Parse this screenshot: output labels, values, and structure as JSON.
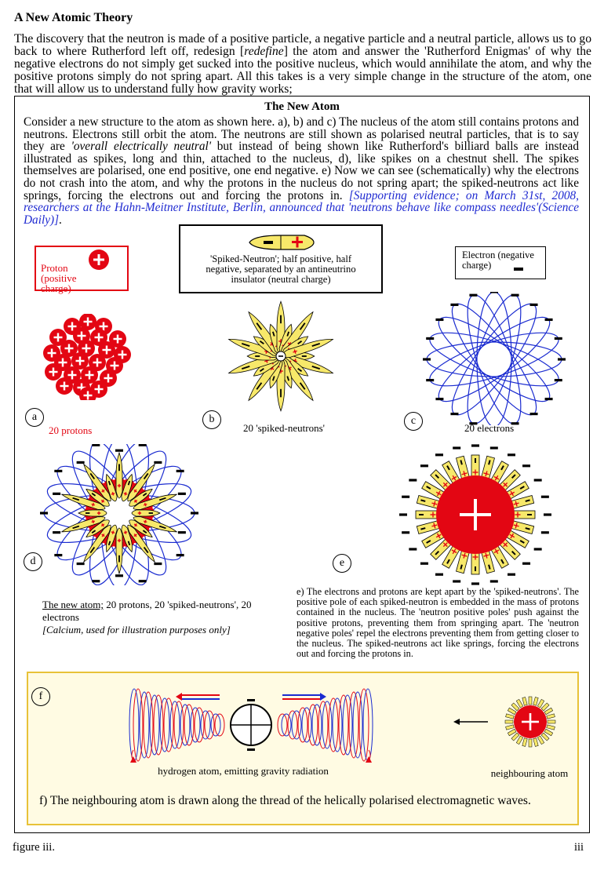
{
  "title": "A New Atomic Theory",
  "intro": {
    "p1": "The discovery that the neutron is made of a positive particle, a negative particle and a neutral particle, allows us to go back to where Rutherford left off, redesign [",
    "p1_em": "redefine",
    "p2": "] the atom and answer the 'Rutherford Enigmas' of why the negative electrons do not simply get sucked into the positive nucleus, which would annihilate the atom, and why the positive protons simply do not spring apart. All this takes is a very simple change in the structure of the atom, one that will allow us to understand fully how gravity works;"
  },
  "box": {
    "title": "The New Atom",
    "t1": "Consider a new structure to the atom as shown here. a), b) and c) The nucleus of the atom still contains protons and neutrons. Electrons still orbit the atom. The neutrons are still shown as polarised neutral particles, that is to say they are ",
    "t1_em": "'overall electrically neutral'",
    "t2": " but instead of being shown like Rutherford's billiard balls are instead illustrated as spikes, long and thin, attached to the nucleus, d), like spikes on a chestnut shell. The spikes themselves are polarised, one end positive, one end negative. e) Now we can see (schematically) why the electrons do not crash into the atom, and why the protons in the nucleus do not spring apart; the spiked-neutrons act like springs, forcing the electrons out and forcing the protons in. ",
    "evidence": "[Supporting evidence; on March 31st, 2008, researchers at the Hahn-Meitner Institute, Berlin, announced that 'neutrons behave like compass needles'(Science Daily)]",
    "t3": "."
  },
  "legend": {
    "proton": "Proton (positive charge)",
    "neutron": "'Spiked-Neutron'; half positive, half negative, separated by an antineutrino insulator (neutral charge)",
    "electron": "Electron (negative charge)"
  },
  "labels": {
    "a": "a",
    "b": "b",
    "c": "c",
    "d": "d",
    "e": "e",
    "f": "f"
  },
  "captions": {
    "a": "20 protons",
    "b": "20 'spiked-neutrons'",
    "c": "20 electrons",
    "d_u": "The new atom;",
    "d_rest": " 20 protons, 20 'spiked-neutrons', 20 electrons",
    "d_note": "[Calcium, used for illustration purposes only]",
    "e": "e) The electrons and protons are kept apart by the 'spiked-neutrons'. The positive pole of each spiked-neutron is embedded in the mass of protons contained in the nucleus. The 'neutron positive poles' push against the positive protons, preventing them from springing apart. The 'neutron negative poles' repel the electrons preventing them from getting closer to the nucleus. The spiked-neutrons act like springs, forcing the electrons out and forcing the protons in.",
    "hydrogen": "hydrogen atom, emitting gravity radiation",
    "neighbour": "neighbouring atom",
    "f": "f) The neighbouring atom is drawn along the thread of the helically polarised electromagnetic waves."
  },
  "footer": {
    "left": "figure iii.",
    "right": "iii"
  },
  "colors": {
    "proton_red": "#e30613",
    "electron_blue": "#1a2bd0",
    "neutron_yellow": "#f7e86a",
    "panel_border": "#e8c238"
  }
}
